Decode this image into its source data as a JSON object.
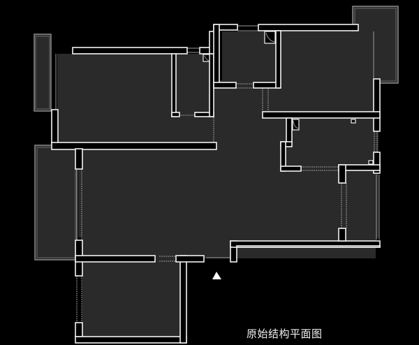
{
  "diagram": {
    "type": "floor-plan",
    "caption": "原始结构平面图",
    "colors": {
      "background": "#000000",
      "floor": "#2a2a2a",
      "wall_fill": "#000000",
      "wall_stroke": "#f2f2f2",
      "balcony_stroke": "#8a8a8a",
      "window_line": "#9a9a9a"
    },
    "entrance_marker": "triangle-up",
    "rooms": [
      {
        "id": "bedroom-top-left"
      },
      {
        "id": "bathroom-top-middle"
      },
      {
        "id": "room-top-center"
      },
      {
        "id": "bedroom-top-right"
      },
      {
        "id": "kitchen-right"
      },
      {
        "id": "living-dining"
      },
      {
        "id": "bedroom-bottom-left"
      },
      {
        "id": "balcony-left-top"
      },
      {
        "id": "balcony-left"
      },
      {
        "id": "balcony-right-top"
      },
      {
        "id": "balcony-right"
      }
    ]
  }
}
